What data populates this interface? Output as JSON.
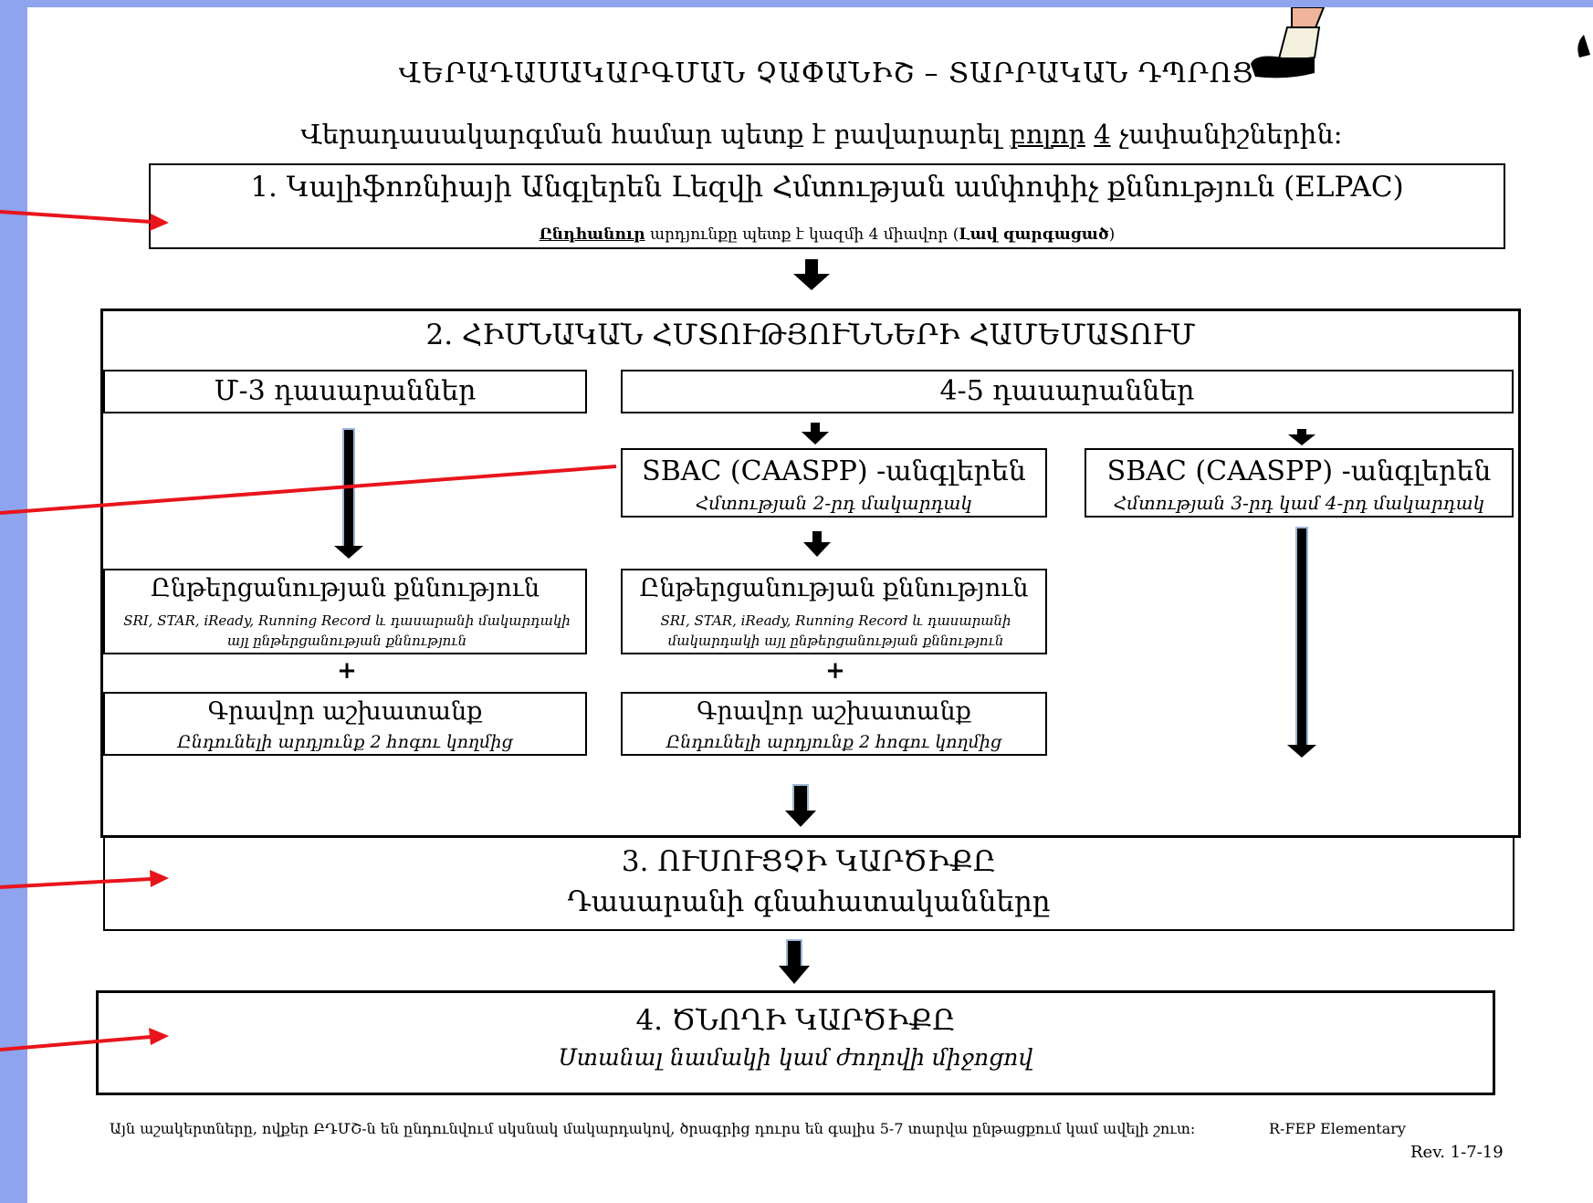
{
  "doc": {
    "title": "ՎԵՐԱԴԱՍԱԿԱՐԳՄԱՆ ՉԱՓԱՆԻՇ – ՏԱՐՐԱԿԱՆ ԴՊՐՈՑ",
    "subtitle_pre": "Վերադասակարգման համար պետք է բավարարել ",
    "subtitle_u1": "բոլոր",
    "subtitle_mid": " ",
    "subtitle_u2": "4",
    "subtitle_post": " չափանիշներին:"
  },
  "step1": {
    "title": "1.  Կալիֆոռնիայի Անգլերեն Լեզվի Հմտության ամփոփիչ քննություն (ELPAC)",
    "note_bold1": "Ընդհանուր",
    "note_mid": " արդյունքը պետք է կազմի 4 միավոր  (",
    "note_bold2": "Լավ զարգացած",
    "note_end": ")"
  },
  "step2": {
    "title": "2. ՀԻՄՆԱԿԱՆ ՀՄՏՈՒԹՅՈՒՆՆԵՐԻ ՀԱՄԵՄԱՏՈՒՄ",
    "left_header": "Մ-3 դասարաններ",
    "right_header": "4-5 դասարաններ",
    "sbac_a_title": "SBAC (CAASPP) -անգլերեն",
    "sbac_a_sub": "Հմտության 2-րդ մակարդակ",
    "sbac_b_title": "SBAC (CAASPP) -անգլերեն",
    "sbac_b_sub": "Հմտության 3-րդ կամ 4-րդ մակարդակ",
    "reading_title": "Ընթերցանության քննություն",
    "reading_sub_left": "SRI, STAR, iReady, Running Record և դասարանի մակարդակի այլ ընթերցանության քննություն",
    "reading_sub_right": "SRI, STAR, iReady, Running Record և դասարանի մակարդակի այլ ընթերցանության քննություն",
    "plus": "+",
    "writing_title": "Գրավոր աշխատանք",
    "writing_sub": "Ընդունելի արդյունք 2 հոգու կողմից"
  },
  "step3": {
    "title": "3.  ՈՒՍՈՒՑՉԻ ԿԱՐԾԻՔԸ",
    "sub": "Դասարանի գնահատականները"
  },
  "step4": {
    "title": "4.  ԾՆՈՂԻ ԿԱՐԾԻՔԸ",
    "sub": "Ստանալ նամակի կամ ժողովի միջոցով"
  },
  "footer": {
    "note": "Այն աշակերտները, ովքեր ԲԴՄՇ-ն են ընդունվում սկսնակ մակարդակով, ծրագրից դուրս են գալիս 5-7 տարվա ընթացքում կամ ավելի շուտ:",
    "form_code": "R-FEP Elementary",
    "rev": "Rev. 1-7-19"
  },
  "colors": {
    "background": "#8ea4ee",
    "pointer_arrows": "#e8141c",
    "flow_arrows_fill": "#000000",
    "flow_arrows_edge": "#9fb6d8"
  }
}
